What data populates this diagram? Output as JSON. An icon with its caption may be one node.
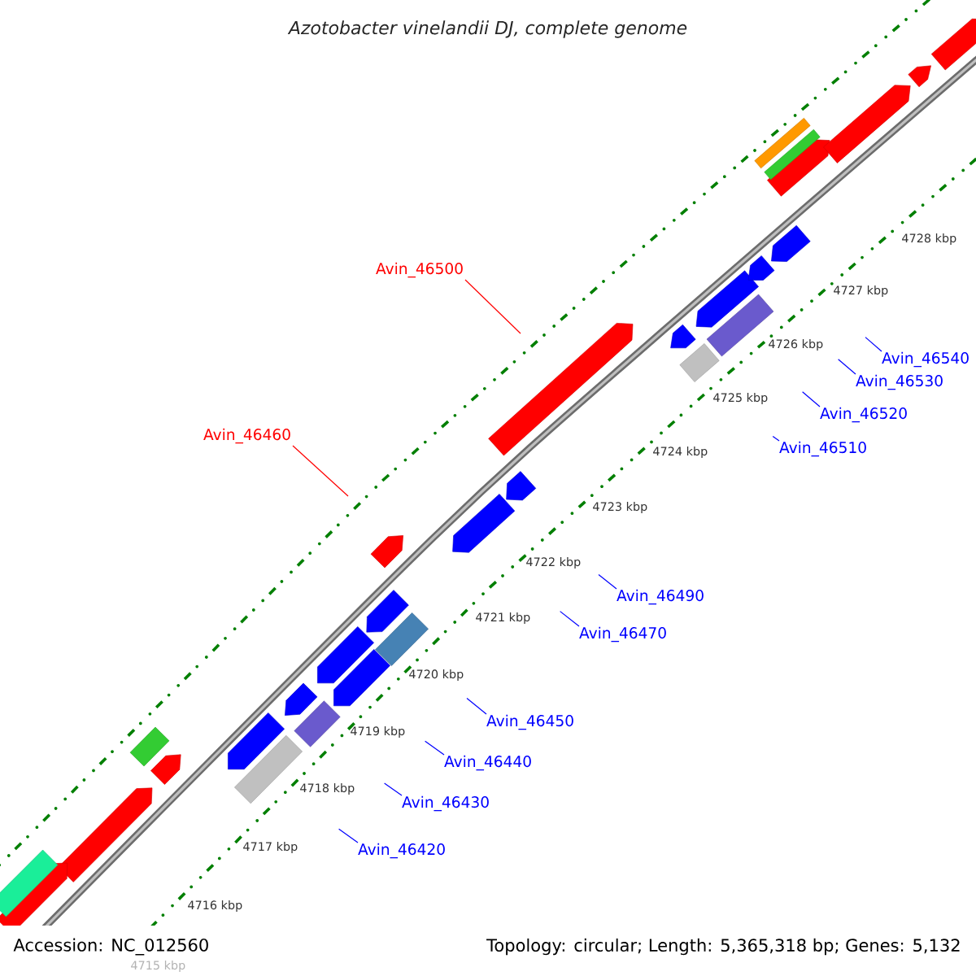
{
  "diagram": {
    "title": "*Azotobacter vinelandii* DJ, complete genome",
    "nodes": [
      {
        "text": [
          "Avin_46500"
        ]
      },
      {
        "text": [
          "Avin_46540"
        ]
      },
      {
        "text": [
          "Avin_46530"
        ]
      },
      {
        "text": [
          "Avin_46520"
        ]
      },
      {
        "text": [
          "Avin_46460"
        ]
      },
      {
        "text": [
          "Avin_46510"
        ]
      },
      {
        "text": [
          "Avin_46490"
        ]
      },
      {
        "text": [
          "Avin_46470"
        ]
      },
      {
        "text": [
          "Avin_46450"
        ]
      },
      {
        "text": [
          "Avin_46440"
        ]
      },
      {
        "text": [
          "Avin_46430"
        ]
      },
      {
        "text": [
          "Avin_46420"
        ]
      }
    ],
    "edges": [
      {
        "from": 0,
        "to": null,
        "arrow": "none",
        "color": "#ff0000"
      },
      {
        "from": 1,
        "to": null,
        "arrow": "none"
      },
      {
        "from": 2,
        "to": null,
        "arrow": "none"
      },
      {
        "from": 3,
        "to": null,
        "arrow": "none"
      },
      {
        "from": 4,
        "to": null,
        "arrow": "none",
        "color": "#ff0000"
      },
      {
        "from": 5,
        "to": null,
        "arrow": "none"
      },
      {
        "from": 6,
        "to": null,
        "arrow": "none"
      },
      {
        "from": 7,
        "to": null,
        "arrow": "none"
      },
      {
        "from": 8,
        "to": null,
        "arrow": "none"
      },
      {
        "from": 9,
        "to": null,
        "arrow": "none"
      },
      {
        "from": 10,
        "to": null,
        "arrow": "none"
      },
      {
        "from": 11,
        "to": null,
        "arrow": "none"
      }
    ],
    "labels": [
      "4728 kbp",
      "4727 kbp",
      "4726 kbp",
      "4725 kbp",
      "4724 kbp",
      "4723 kbp",
      "4722 kbp",
      "4721 kbp",
      "4720 kbp",
      "4719 kbp",
      "4718 kbp",
      "4717 kbp",
      "4716 kbp",
      "4715 kbp",
      "Accession: NC_012560",
      "Topology: circular; Length: 5,365,318 bp; Genes: 5,132"
    ]
  }
}
